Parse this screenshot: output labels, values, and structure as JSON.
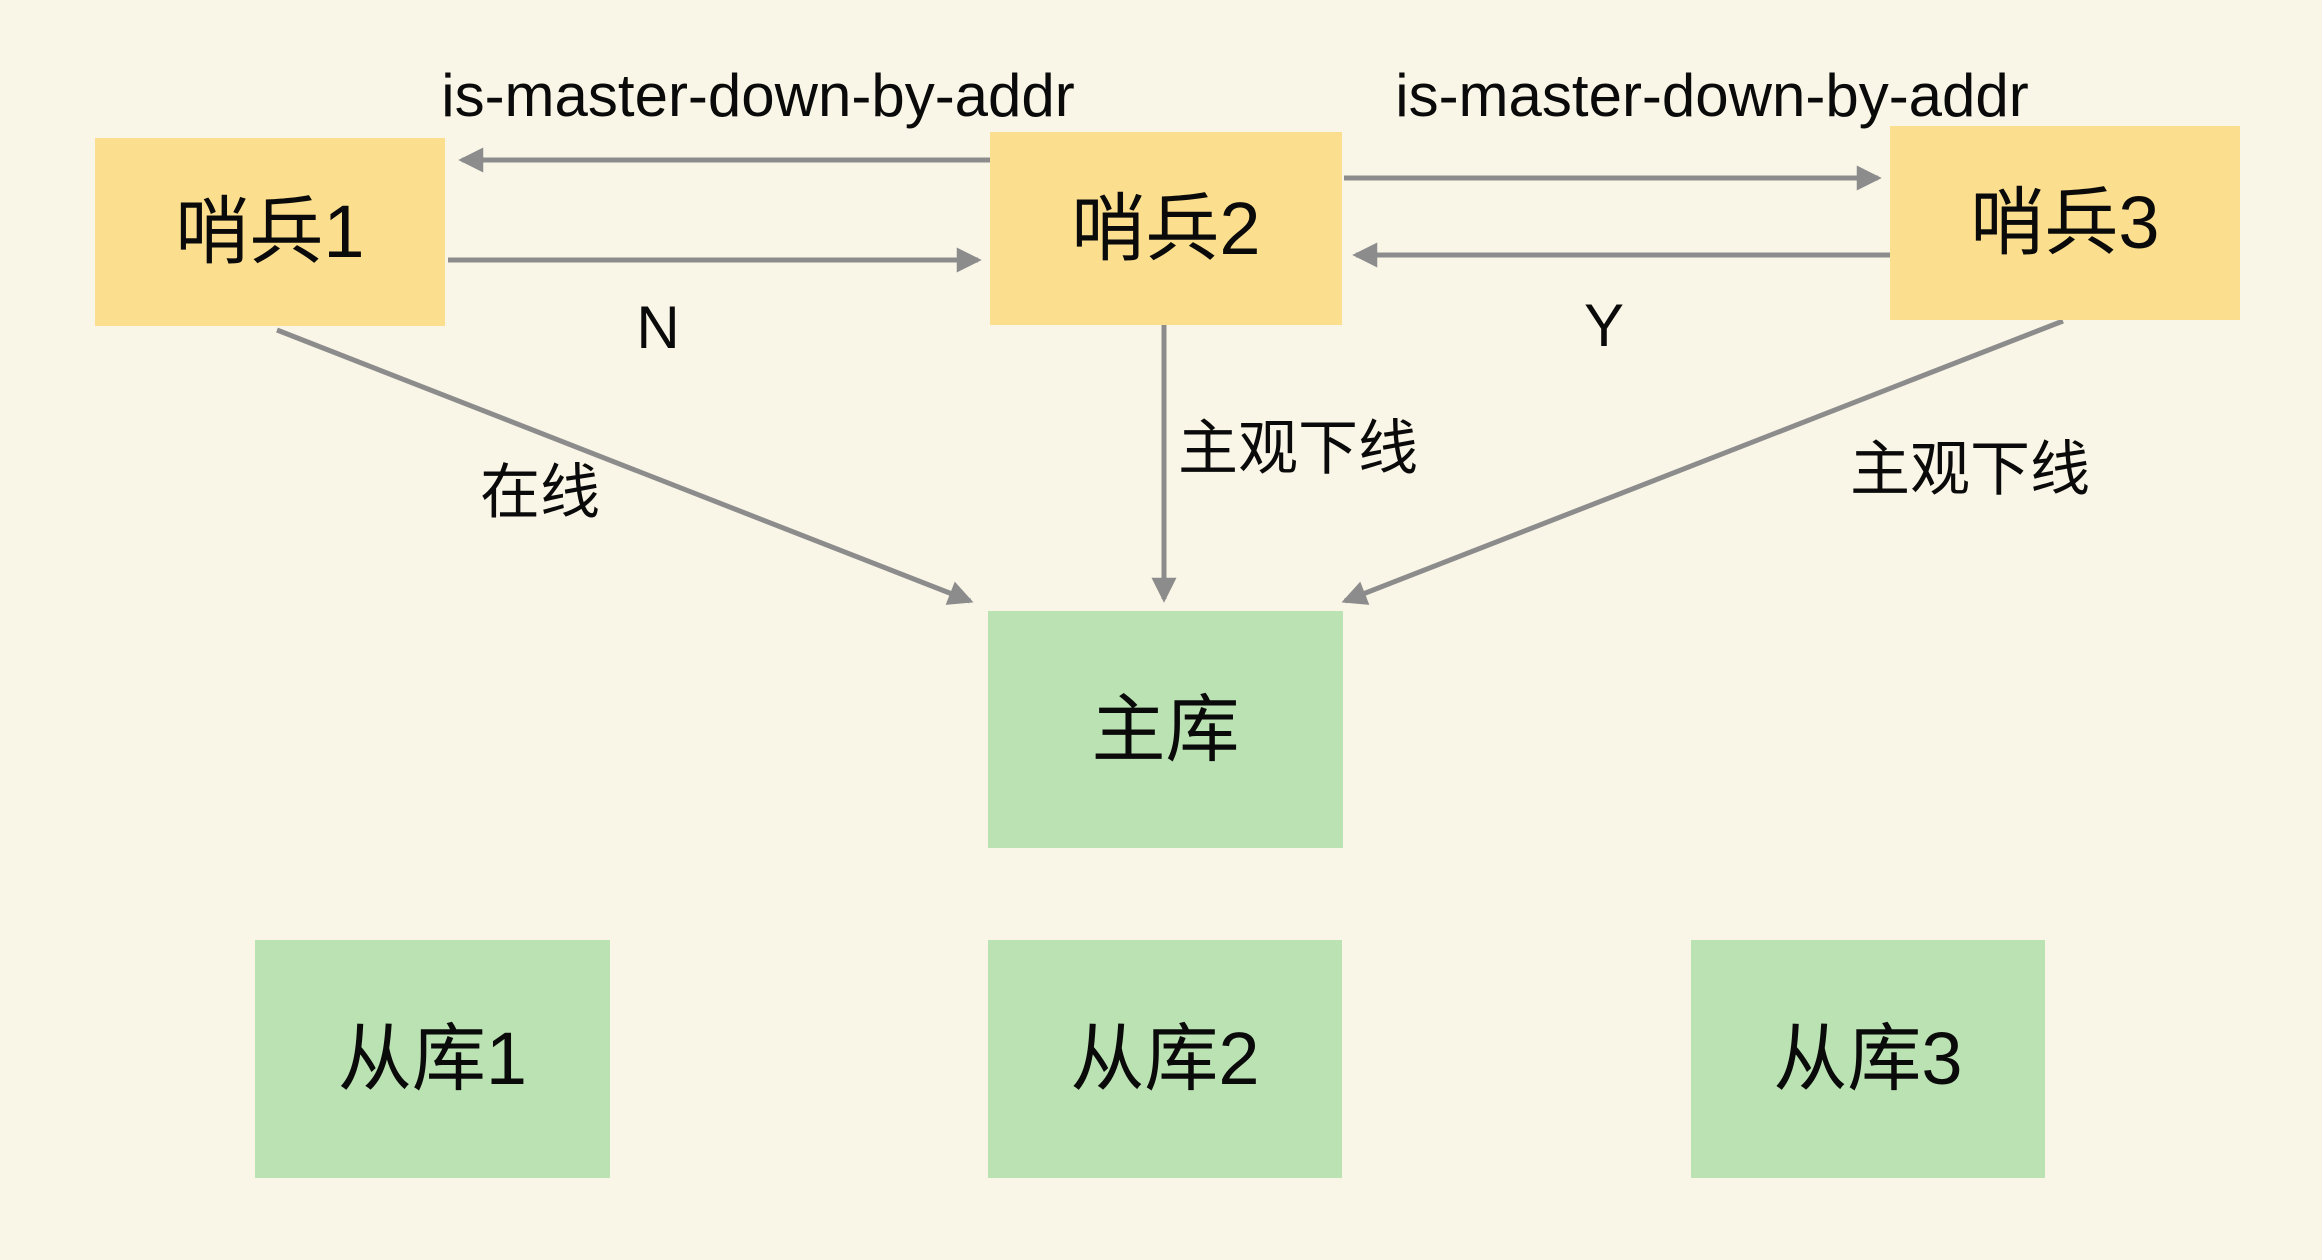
{
  "colors": {
    "background": "#f9f6e7",
    "sentinel_fill": "#fbdf8e",
    "database_fill": "#bae2b3",
    "arrow": "#8c8c8c",
    "text": "#0a0a0a"
  },
  "nodes": {
    "sentinel1": {
      "label": "哨兵1"
    },
    "sentinel2": {
      "label": "哨兵2"
    },
    "sentinel3": {
      "label": "哨兵3"
    },
    "master": {
      "label": "主库"
    },
    "slave1": {
      "label": "从库1"
    },
    "slave2": {
      "label": "从库2"
    },
    "slave3": {
      "label": "从库3"
    }
  },
  "edge_labels": {
    "ask_s2_s1": "is-master-down-by-addr",
    "reply_s1_s2": "N",
    "ask_s2_s3": "is-master-down-by-addr",
    "reply_s3_s2": "Y",
    "online": "在线",
    "sdown_s2": "主观下线",
    "sdown_s3": "主观下线"
  }
}
